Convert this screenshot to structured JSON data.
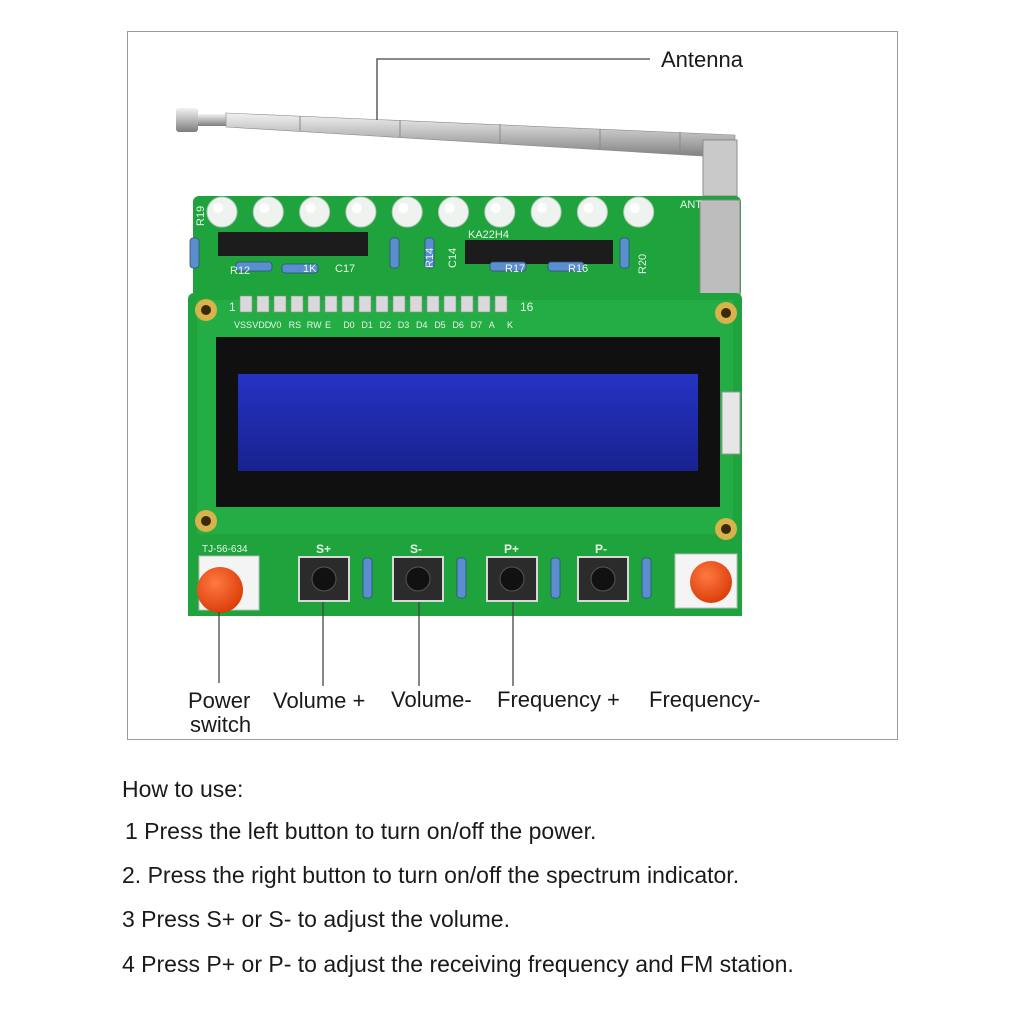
{
  "diagram": {
    "callouts": {
      "antenna": "Antenna",
      "power_switch": [
        "Power",
        "switch"
      ],
      "volume_up": "Volume +",
      "volume_down": "Volume-",
      "frequency_up": "Frequency +",
      "frequency_down": "Frequency-"
    },
    "board": {
      "silkscreen": {
        "pin_start": "1",
        "pin_end": "16",
        "pin_names": [
          "VSS",
          "VDD",
          "V0",
          "RS",
          "RW",
          "E",
          "D0",
          "D1",
          "D2",
          "D3",
          "D4",
          "D5",
          "D6",
          "D7",
          "A",
          "K"
        ],
        "resistors": [
          "R19",
          "R12",
          "1K",
          "C17",
          "R14",
          "C14",
          "KA22H4",
          "R17",
          "R16",
          "R20"
        ],
        "ant": "ANT",
        "board_id": "TJ-56-634",
        "buttons": [
          "S+",
          "S-",
          "P+",
          "P-"
        ]
      },
      "colors": {
        "pcb": "#1fa33c",
        "lcd": "#1f2bb8",
        "button_cap": "#ef4a14",
        "metal": "#c9c9c9"
      }
    }
  },
  "instructions": {
    "title": "How to use:",
    "steps": [
      "1 Press the left button to turn on/off the power.",
      "2. Press the right button to turn on/off the spectrum indicator.",
      "3 Press S+ or S- to adjust the volume.",
      "4 Press P+ or P- to adjust the receiving frequency and FM station."
    ]
  }
}
